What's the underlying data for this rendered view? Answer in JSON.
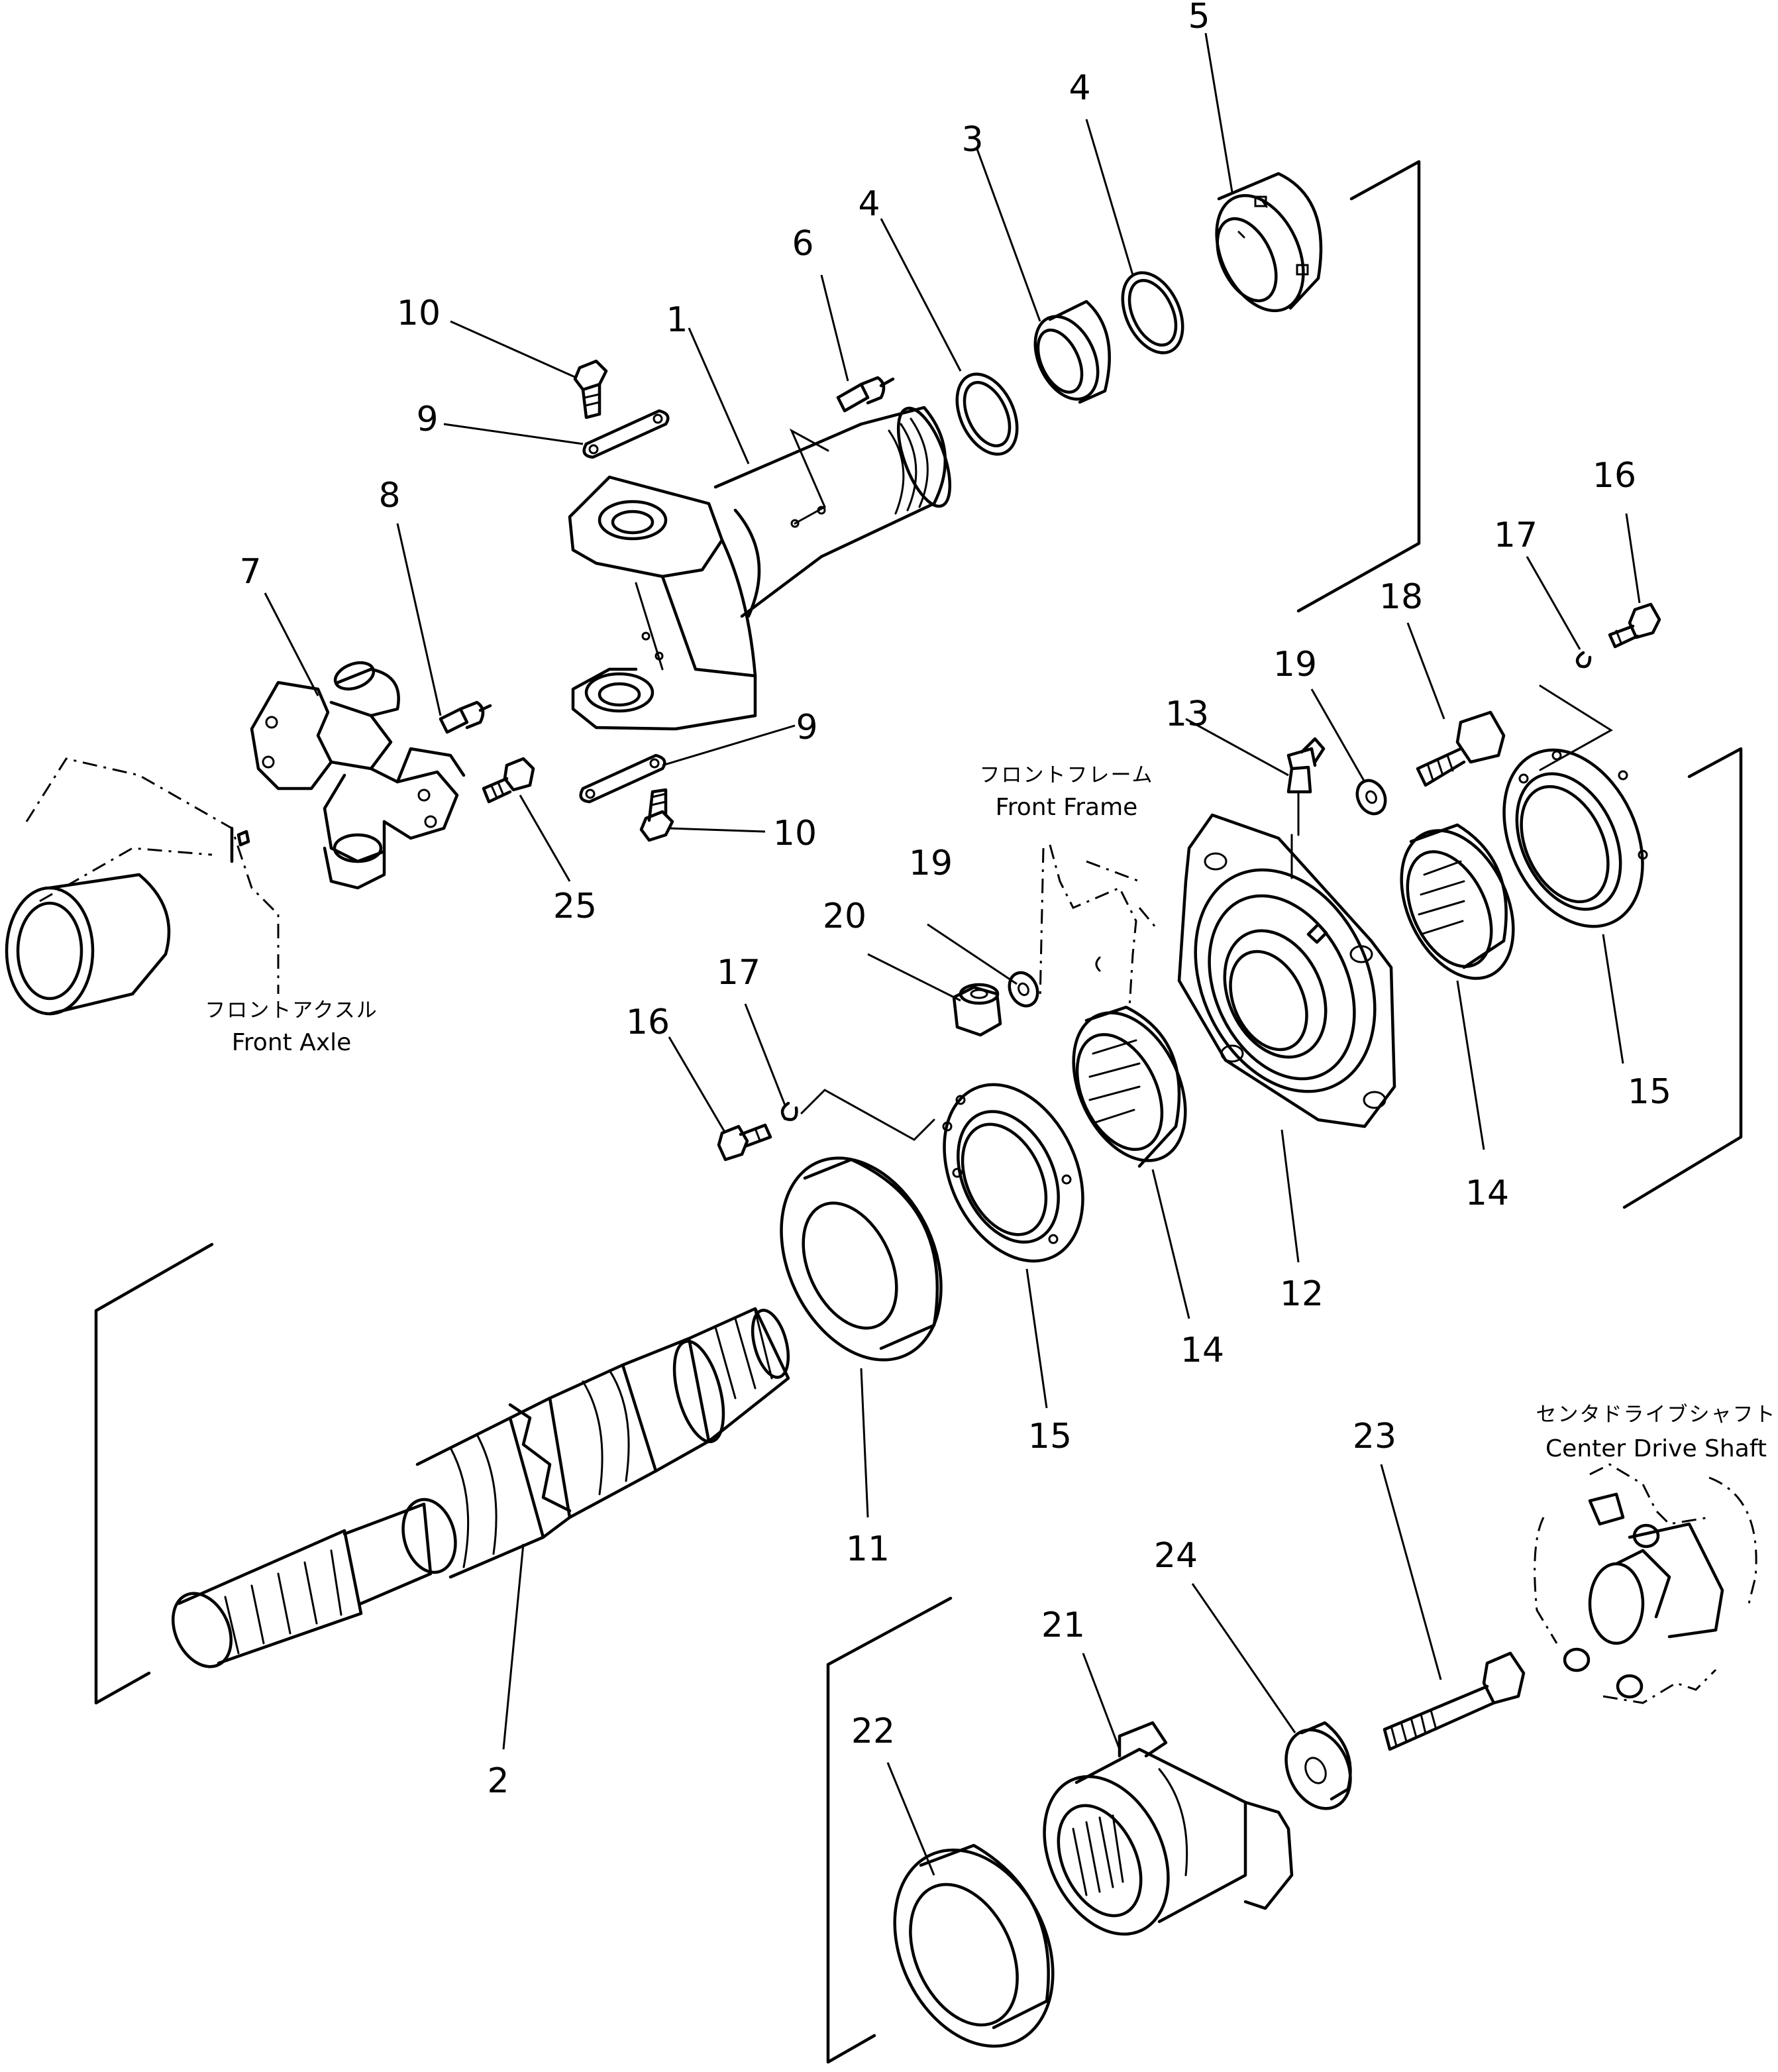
{
  "diagram": {
    "part_numbers": [
      "1",
      "2",
      "3",
      "4",
      "4",
      "5",
      "6",
      "7",
      "8",
      "9",
      "9",
      "10",
      "10",
      "11",
      "12",
      "13",
      "14",
      "14",
      "15",
      "15",
      "16",
      "16",
      "17",
      "17",
      "18",
      "19",
      "19",
      "20",
      "21",
      "22",
      "23",
      "24",
      "25"
    ],
    "labels": {
      "front_axle": {
        "ja": "フロントアクスル",
        "en": "Front Axle"
      },
      "front_frame": {
        "ja": "フロントフレーム",
        "en": "Front Frame"
      },
      "center_drive_shaft": {
        "ja": "センタドライブシャフト",
        "en": "Center Drive Shaft"
      }
    }
  }
}
